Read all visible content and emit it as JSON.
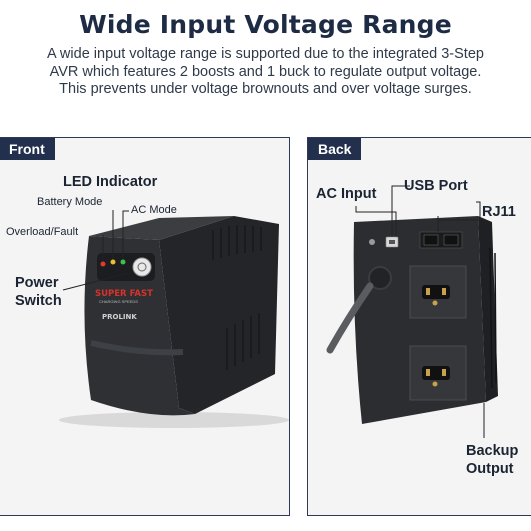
{
  "header": {
    "title": "Wide Input Voltage Range",
    "description_lines": [
      "A wide input voltage range is supported due to the integrated 3-Step",
      "AVR which features 2 boosts and 1 buck to regulate output voltage.",
      "This prevents under voltage brownouts and over voltage surges."
    ]
  },
  "front": {
    "tab_label": "Front",
    "led_indicator": "LED Indicator",
    "battery_mode": "Battery Mode",
    "ac_mode": "AC Mode",
    "overload_fault": "Overload/Fault",
    "power_line1": "Power",
    "power_line2": "Switch",
    "logo_superfast": "SUPER FAST",
    "logo_tagline": "CHARGING SPEEDS",
    "brand": "PROLINK"
  },
  "back": {
    "tab_label": "Back",
    "ac_input": "AC Input",
    "usb_port": "USB Port",
    "rj11": "RJ11",
    "backup_line1": "Backup",
    "backup_line2": "Output"
  },
  "colors": {
    "panel_border": "#2d3a55",
    "tab_bg": "#22304d",
    "device_body": "#2b2d30",
    "led_red": "#e23a2a",
    "led_yellow": "#e8c02a",
    "led_green": "#3cc24a"
  }
}
